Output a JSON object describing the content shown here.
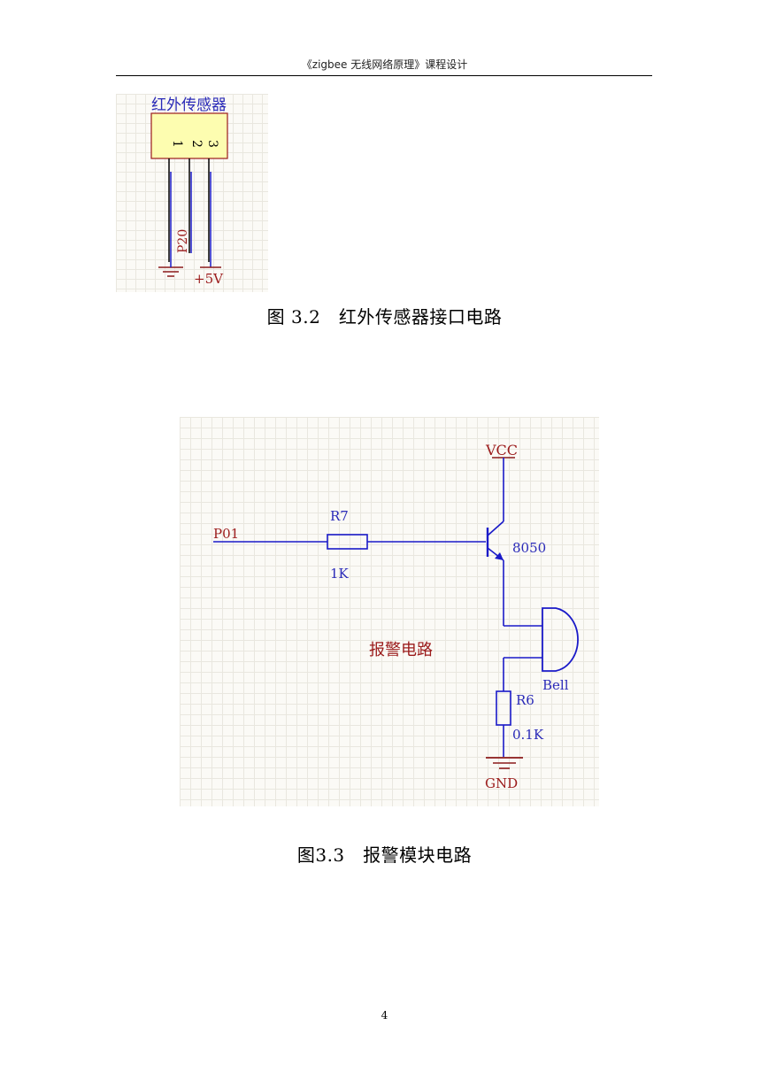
{
  "header": {
    "title": "《zigbee 无线网络原理》课程设计"
  },
  "figure1": {
    "component_label": "红外传感器",
    "pins": [
      "1",
      "2",
      "3"
    ],
    "net_label": "P20",
    "power_label": "+5V",
    "caption": "图 3.2　红外传感器接口电路"
  },
  "figure2": {
    "input_label": "P01",
    "resistor1_ref": "R7",
    "resistor1_value": "1K",
    "vcc_label": "VCC",
    "transistor_label": "8050",
    "circuit_title": "报警电路",
    "buzzer_label": "Bell",
    "resistor2_ref": "R6",
    "resistor2_value": "0.1K",
    "gnd_label": "GND",
    "caption": "图3.3　报警模块电路"
  },
  "page_number": "4",
  "colors": {
    "wire": "#1a1ac8",
    "net_text": "#9b1b1b",
    "component_fill": "#fdfdb0",
    "component_border": "#9b1b1b",
    "ground": "#8b1a1a"
  }
}
